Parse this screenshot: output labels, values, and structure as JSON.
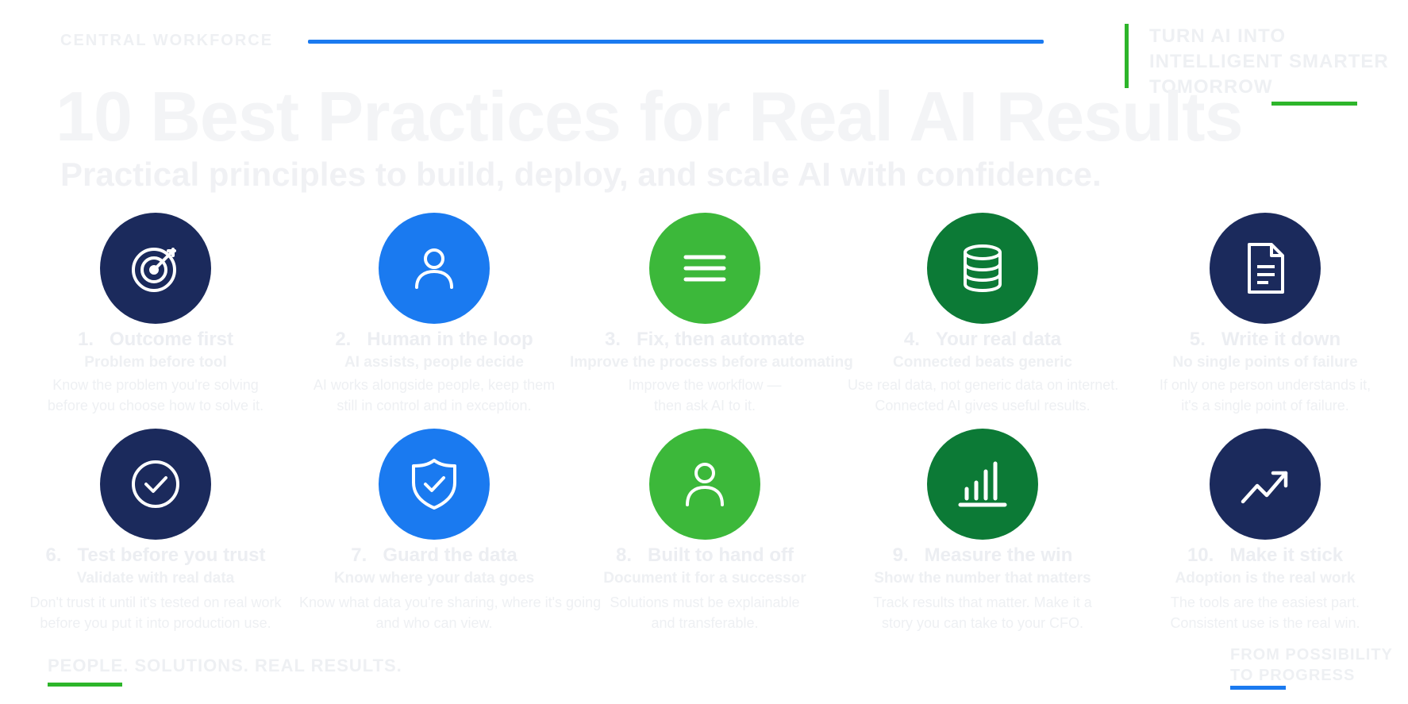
{
  "header": {
    "kicker": "CENTRAL WORKFORCE",
    "corner_lines": [
      "TURN AI INTO",
      "INTELLIGENT SMARTER",
      "TOMORROW"
    ],
    "title": "10 Best Practices for Real AI Results",
    "subtitle": "Practical principles to build, deploy, and scale AI with confidence."
  },
  "colors": {
    "navy": "#1b2a5c",
    "blue": "#1a7af0",
    "green": "#3cb83a",
    "dark_green": "#0c7a36"
  },
  "practices": [
    {
      "number": "1.",
      "title": "Outcome first",
      "subtitle": "Problem before tool",
      "desc": [
        "Know the problem you're solving",
        "before you choose how to solve it."
      ],
      "icon": "target-icon",
      "color": "#1b2a5c"
    },
    {
      "number": "2.",
      "title": "Human in the loop",
      "subtitle": "AI assists, people decide",
      "desc": [
        "AI works alongside people, keep them",
        "still in control and in exception."
      ],
      "icon": "user-icon",
      "color": "#1a7af0"
    },
    {
      "number": "3.",
      "title": "Fix, then automate",
      "subtitle": "Improve the process before automating",
      "desc": [
        "Improve the workflow —",
        "then ask AI to it."
      ],
      "icon": "menu-icon",
      "color": "#3cb83a"
    },
    {
      "number": "4.",
      "title": "Your real data",
      "subtitle": "Connected beats generic",
      "desc": [
        "Use real data, not generic data on internet.",
        "Connected AI gives useful results."
      ],
      "icon": "database-icon",
      "color": "#0c7a36"
    },
    {
      "number": "5.",
      "title": "Write it down",
      "subtitle": "No single points of failure",
      "desc": [
        "If only one person understands it,",
        "it's a single point of failure."
      ],
      "icon": "document-icon",
      "color": "#1b2a5c"
    },
    {
      "number": "6.",
      "title": "Test before you trust",
      "subtitle": "Validate with real data",
      "desc": [
        "Don't trust it until it's tested on real work",
        "before you put it into production use."
      ],
      "icon": "check-circle-icon",
      "color": "#1b2a5c"
    },
    {
      "number": "7.",
      "title": "Guard the data",
      "subtitle": "Know where your data goes",
      "desc": [
        "Know what data you're sharing, where it's going",
        "and who can view."
      ],
      "icon": "shield-check-icon",
      "color": "#1a7af0"
    },
    {
      "number": "8.",
      "title": "Built to hand off",
      "subtitle": "Document it for a successor",
      "desc": [
        "Solutions must be explainable",
        "and transferable."
      ],
      "icon": "person-icon",
      "color": "#3cb83a"
    },
    {
      "number": "9.",
      "title": "Measure the win",
      "subtitle": "Show the number that matters",
      "desc": [
        "Track results that matter. Make it a",
        "story you can take to your CFO."
      ],
      "icon": "bar-chart-icon",
      "color": "#0c7a36"
    },
    {
      "number": "10.",
      "title": "Make it stick",
      "subtitle": "Adoption is the real work",
      "desc": [
        "The tools are the easiest part.",
        "Consistent use is the real win."
      ],
      "icon": "trend-up-icon",
      "color": "#1b2a5c"
    }
  ],
  "footer": {
    "left": "PEOPLE. SOLUTIONS. REAL RESULTS.",
    "right_lines": [
      "FROM POSSIBILITY",
      "TO PROGRESS"
    ]
  }
}
